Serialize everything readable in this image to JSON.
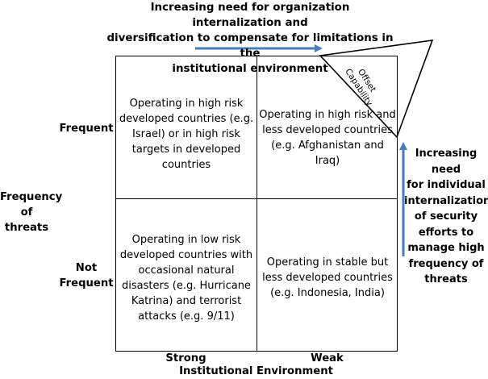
{
  "top_arrow_text": [
    "Increasing need for organization internalization and",
    "diversification to compensate for limitations in the",
    "institutional environment"
  ],
  "right_arrow_text": [
    "Increasing need",
    "for individual",
    "internalization",
    "of security",
    "efforts to",
    "manage high",
    "frequency of",
    "threats"
  ],
  "y_axis": {
    "title_line1": "Frequency",
    "title_line2": "of threats",
    "frequent": "Frequent",
    "not_frequent_line1": "Not",
    "not_frequent_line2": "Frequent"
  },
  "x_axis": {
    "strong": "Strong",
    "weak": "Weak",
    "title": "Institutional Environment"
  },
  "offset": {
    "line1": "Offset",
    "line2": "Capability"
  },
  "cells": {
    "top_left": [
      "Operating in high risk",
      "developed countries (e.g.",
      "Israel) or in high risk",
      "targets in developed",
      "countries"
    ],
    "top_right": [
      "Operating in high risk and",
      "less developed countries",
      "(e.g. Afghanistan and Iraq)"
    ],
    "bottom_left": [
      "Operating in low risk",
      "developed countries with",
      "occasional natural",
      "disasters (e.g. Hurricane",
      "Katrina) and terrorist",
      "attacks (e.g. 9/11)"
    ],
    "bottom_right": [
      "Operating in stable but",
      "less developed countries",
      "(e.g. Indonesia, India)"
    ]
  },
  "colors": {
    "arrow": "#4a7ebb",
    "lines": "#000000"
  }
}
